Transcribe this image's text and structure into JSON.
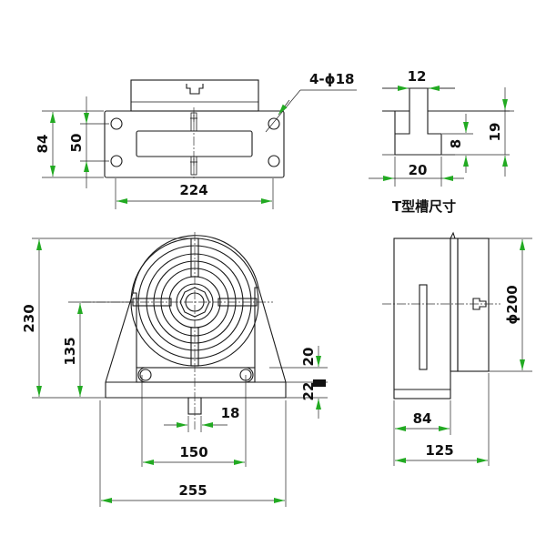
{
  "colors": {
    "line": "#1a1a1a",
    "arrow": "#22aa22",
    "background": "#ffffff"
  },
  "top_view": {
    "dim_width": "224",
    "dim_outer_height": "84",
    "dim_inner_height": "50",
    "dim_holes": "4-ϕ18"
  },
  "slot_detail": {
    "title": "T型槽尺寸",
    "dim_neck_width": "12",
    "dim_base_width": "20",
    "dim_neck_height": "8",
    "dim_total_height": "19"
  },
  "front_view": {
    "dim_total_height": "230",
    "dim_center_height": "135",
    "dim_base_thickness": "20",
    "dim_plate_thickness": "22",
    "dim_key_width": "18",
    "dim_hole_spacing": "150",
    "dim_base_width": "255"
  },
  "side_view": {
    "dim_diameter": "ϕ200",
    "dim_base_depth": "84",
    "dim_total_depth": "125"
  }
}
